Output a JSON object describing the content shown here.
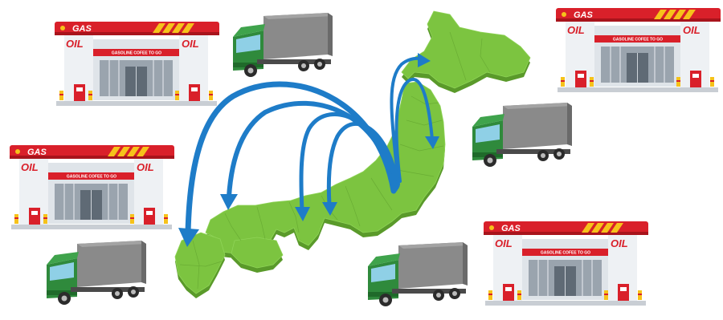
{
  "stations": [
    {
      "gas_label": "GAS",
      "oil_left": "OIL",
      "oil_right": "OIL",
      "slogan": "GASOLINE COFEE TO GO"
    },
    {
      "gas_label": "GAS",
      "oil_left": "OIL",
      "oil_right": "OIL",
      "slogan": "GASOLINE COFEE TO GO"
    },
    {
      "gas_label": "GAS",
      "oil_left": "OIL",
      "oil_right": "OIL",
      "slogan": "GASOLINE COFEE TO GO"
    },
    {
      "gas_label": "GAS",
      "oil_left": "OIL",
      "oil_right": "OIL",
      "slogan": "GASOLINE COFEE TO GO"
    }
  ],
  "colors": {
    "canopy_red": "#d9202a",
    "canopy_stripe": "#f6c21a",
    "map_green": "#7cc440",
    "map_green_dark": "#5a9a2a",
    "arrow_blue": "#1e7cc8",
    "truck_cab": "#2f8a3c",
    "truck_box": "#7a7a7a"
  },
  "icons": [
    "gas-station-icon",
    "delivery-truck-icon",
    "japan-map-icon",
    "route-arrow-icon"
  ]
}
